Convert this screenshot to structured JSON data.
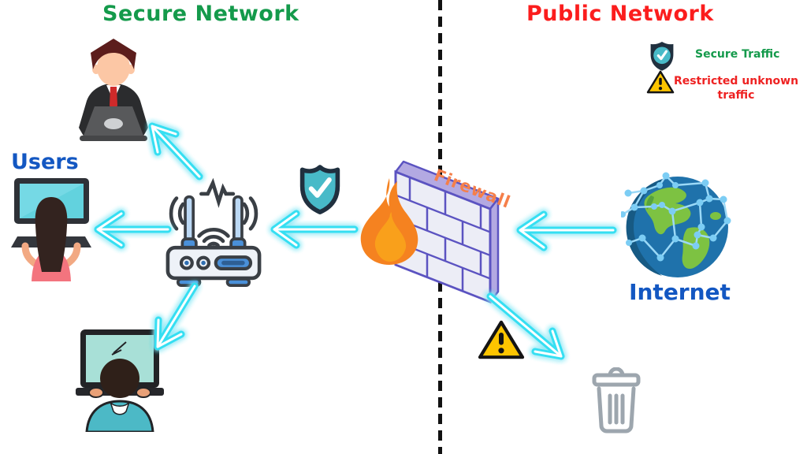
{
  "titles": {
    "secure_network": "Secure Network",
    "public_network": "Public Network"
  },
  "legend": {
    "secure_traffic": "Secure Traffic",
    "restricted_line1": "Restricted unknown",
    "restricted_line2": "traffic"
  },
  "labels": {
    "users": "Users",
    "internet": "Internet",
    "firewall": "Firewall"
  },
  "colors": {
    "secure_green": "#149a4b",
    "public_red": "#fb1d1d",
    "label_blue": "#1357c2",
    "restricted_red": "#ee2222",
    "firewall_orange": "#f57f4a",
    "arrow_cyan": "#35dff2",
    "shield_teal": "#48bac8",
    "shield_navy": "#20303f",
    "warning_yellow": "#fdc500",
    "wall_brick": "#ecedf6",
    "wall_mortar_line": "#5b53c1",
    "wall_side": "#b3a9e2",
    "fire_orange": "#f58220",
    "fire_inner": "#f9a01b",
    "divider_black": "#111111",
    "trash_gray": "#9da6ae"
  }
}
